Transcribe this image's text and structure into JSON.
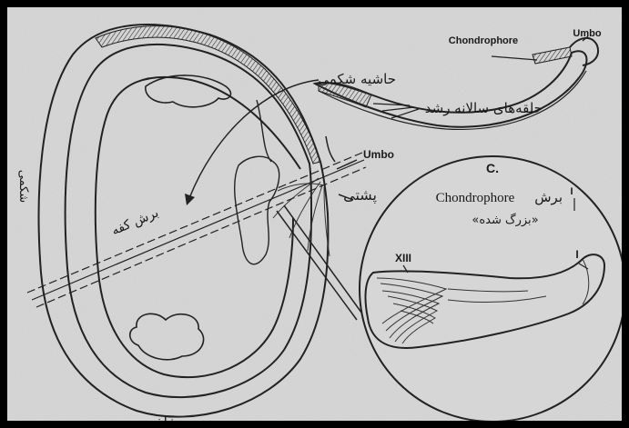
{
  "labels": {
    "chondrophore_top": "Chondrophore",
    "umbo_top": "Umbo",
    "ventral_margin": "حاشیه شکمی",
    "growth_rings": "حلقه‌های سالانه رشد",
    "umbo_mid": "Umbo",
    "dorsal": "پشتی",
    "ventral_side": "شکمی",
    "shell_section": "برش کفه",
    "posterior": "خلفی",
    "inset_letter": "C.",
    "inset_title_fa": "برش",
    "inset_title_en": "Chondrophore",
    "inset_subtitle": "«بزرگ شده»",
    "ring_start": "I",
    "ring_end": "XIII",
    "inset_roman_top": "I"
  },
  "colors": {
    "paper": "#d6d6d6",
    "ink": "#1a1a1a",
    "frame": "#000000"
  }
}
